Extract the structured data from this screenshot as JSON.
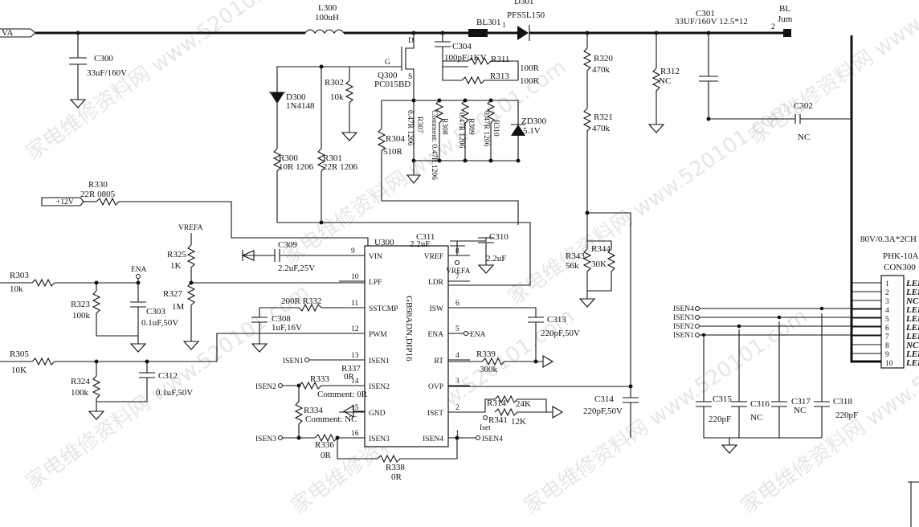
{
  "net": {
    "vin_tag": "VA",
    "v12_tag": "+12V",
    "vrefa_1": "VREFA",
    "vrefa_2": "VREFA",
    "ena_1": "ENA",
    "ena_2": "ENA",
    "isen1": "ISEN1",
    "isen2": "ISEN2",
    "isen3": "ISEN3",
    "isen4": "ISEN4",
    "isen4_out": "ISEN4",
    "iset": "Iset",
    "g": "G",
    "s": "S",
    "d": "D"
  },
  "comp": {
    "L300": [
      "L300",
      "100uH"
    ],
    "D301": [
      "D301",
      "PFS5L150"
    ],
    "BL301": [
      "BL301"
    ],
    "BL_right": [
      "BL",
      "Jum"
    ],
    "C301": [
      "C301",
      "33UF/160V 12.5*12"
    ],
    "C300": [
      "C300",
      "33uF/160V"
    ],
    "C304": [
      "C304",
      "100pF/1KV"
    ],
    "R311": [
      "R311",
      "100R"
    ],
    "R313": [
      "R313",
      "100R"
    ],
    "Q300": [
      "Q300",
      "PC015BD"
    ],
    "R302": [
      "R302",
      "10k"
    ],
    "D300": [
      "D300",
      "1N4148"
    ],
    "R300": [
      "R300",
      "10R 1206"
    ],
    "R301": [
      "R301",
      "22R 1206"
    ],
    "R304": [
      "R304",
      "510R"
    ],
    "R307": [
      "R307",
      "0.47R 1206"
    ],
    "R308": [
      "R308",
      "Comment: 0.47R 1206"
    ],
    "R309": [
      "R309",
      "0.47R 1206"
    ],
    "R310": [
      "R310",
      "0.47R 1206"
    ],
    "ZD300": [
      "ZD300",
      "5.1V"
    ],
    "R320": [
      "R320",
      "470k"
    ],
    "R321": [
      "R321",
      "470k"
    ],
    "R312": [
      "R312",
      "NC"
    ],
    "C302": [
      "C302",
      "NC"
    ],
    "R330": [
      "R330",
      "22R 0805"
    ],
    "C309": [
      "C309",
      "2.2uF,25V"
    ],
    "C311": [
      "C311",
      "2.2uF"
    ],
    "C310": [
      "C310",
      "2.2uF"
    ],
    "R325": [
      "R325",
      "1K"
    ],
    "R327": [
      "R327",
      "1M"
    ],
    "R303": [
      "R303",
      "10k"
    ],
    "R323": [
      "R323",
      "100k"
    ],
    "C303": [
      "C303",
      "0.1uF,50V"
    ],
    "R332": [
      "200R R332"
    ],
    "C308": [
      "C308",
      "1uF,16V"
    ],
    "R305": [
      "R305",
      "10K"
    ],
    "R324": [
      "R324",
      "100k"
    ],
    "C312": [
      "C312",
      "0.1uF,50V"
    ],
    "R337": [
      "R337",
      "0R"
    ],
    "R333": [
      "R333",
      "Comment: 0R"
    ],
    "R334": [
      "R334",
      "Comment: NC"
    ],
    "R336": [
      "R336",
      "0R"
    ],
    "R338": [
      "R338",
      "0R"
    ],
    "R343": [
      "R343",
      "56k"
    ],
    "R344": [
      "R344",
      "30K"
    ],
    "C313": [
      "C313",
      "220pF,50V"
    ],
    "R339": [
      "R339",
      "300k"
    ],
    "R314": [
      "R314",
      "24K"
    ],
    "R341": [
      "R341",
      "12K"
    ],
    "C314": [
      "C314",
      "220pF,50V"
    ],
    "C315": [
      "C315",
      "220pF"
    ],
    "C316": [
      "C316",
      "NC"
    ],
    "C317": [
      "C317",
      "NC"
    ],
    "C318": [
      "C318",
      "220pF"
    ]
  },
  "ic": {
    "ref": "U300",
    "part": "GB98ADN,DIP16",
    "left_pins": [
      [
        "VIN",
        "9"
      ],
      [
        "LPF",
        "10"
      ],
      [
        "SSTCMP",
        "11"
      ],
      [
        "PWM",
        "12"
      ],
      [
        "ISEN1",
        "13"
      ],
      [
        "ISEN2",
        "14"
      ],
      [
        "GND",
        "15"
      ],
      [
        "ISEN3",
        "16"
      ]
    ],
    "right_pins": [
      [
        "VREF",
        "8"
      ],
      [
        "LDR",
        "7"
      ],
      [
        "ISW",
        "6"
      ],
      [
        "ENA",
        "5"
      ],
      [
        "RT",
        "4"
      ],
      [
        "OVP",
        "3"
      ],
      [
        "ISET",
        "2"
      ],
      [
        "ISEN4",
        "1"
      ]
    ]
  },
  "connector": {
    "rating": "80V/0.3A*2CH",
    "part": "PHK-10A",
    "ref": "CON300",
    "pins": [
      "1",
      "2",
      "3",
      "4",
      "5",
      "6",
      "7",
      "8",
      "9",
      "10"
    ],
    "labels": [
      "LEI",
      "LEI",
      "NC",
      "LEI",
      "LEI",
      "LEI",
      "LEI",
      "NC",
      "LEI",
      "LEI"
    ]
  },
  "watermark": "家电维修资料网 www.520101.com"
}
